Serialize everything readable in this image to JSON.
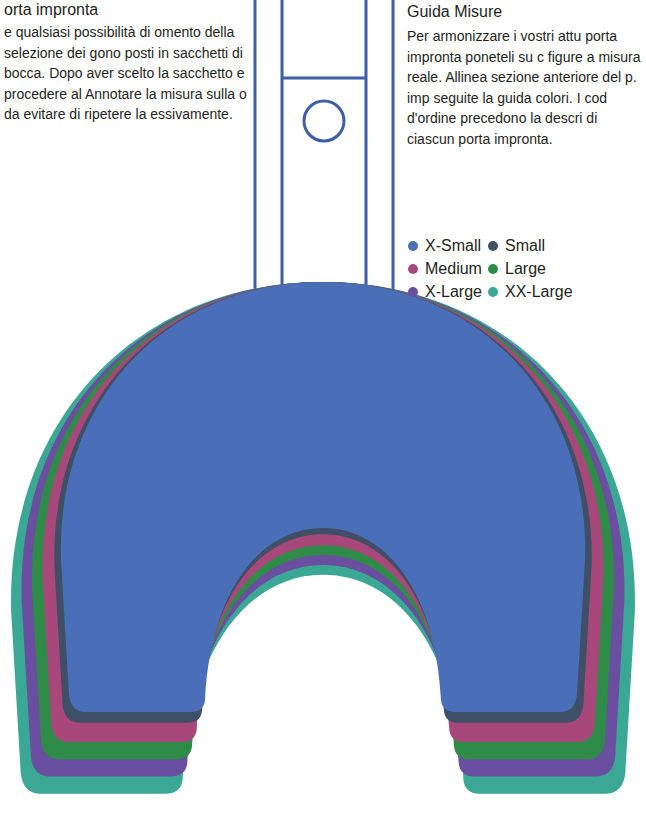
{
  "diagram": {
    "labels": [
      "orta impronta",
      "e qualsiasi possibilità di omento della selezione dei gono posti in sacchetti di bocca. Dopo aver scelto la sacchetto e procedere al Annotare la misura sulla o da evitare di ripetere la essivamente.",
      "Guida Misure",
      "Per armonizzare i vostri attu porta impronta poneteli su c figure a misura reale. Allinea sezione anteriore del p. imp seguite la guida colori. I cod d'ordine precedono la descri di ciascun porta impronta."
    ],
    "legend": [
      {
        "text": "X-Small",
        "color": "#4a6fb8"
      },
      {
        "text": "Small",
        "color": "#3e4f66"
      },
      {
        "text": "Medium",
        "color": "#a8487a"
      },
      {
        "text": "Large",
        "color": "#2e8c48"
      },
      {
        "text": "X-Large",
        "color": "#6a4fa0"
      },
      {
        "text": "XX-Large",
        "color": "#3aa894"
      }
    ]
  }
}
